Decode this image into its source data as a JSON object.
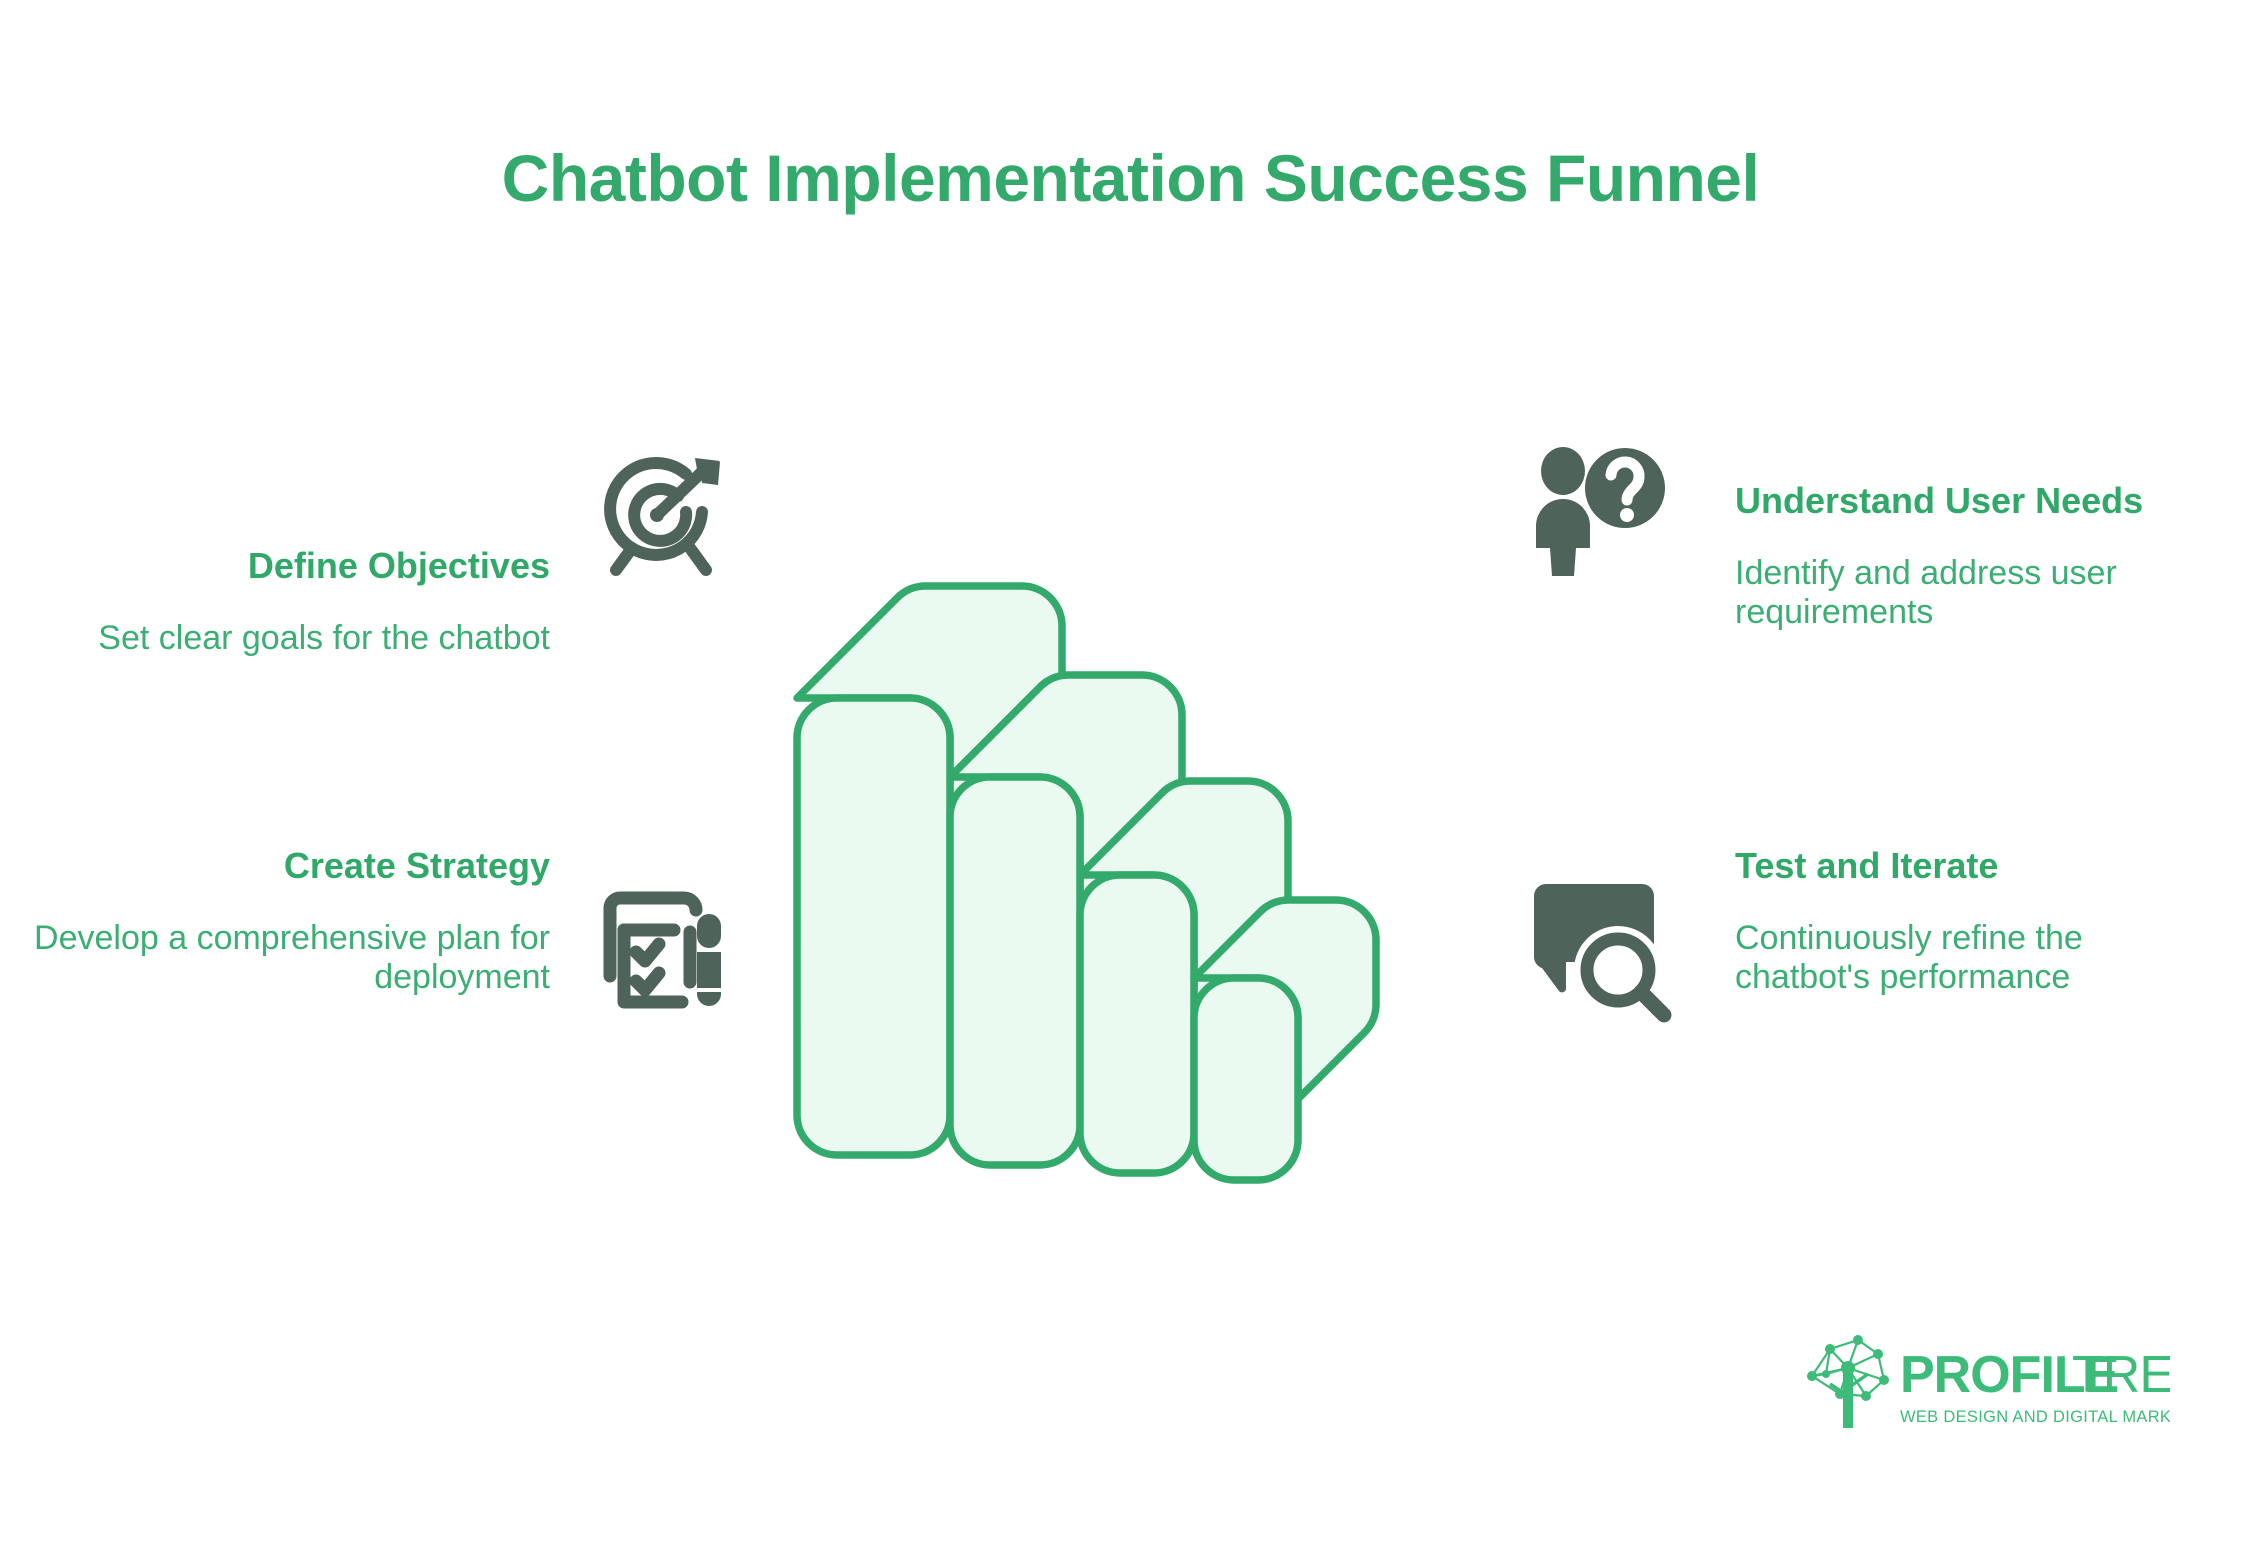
{
  "title": "Chatbot Implementation Success Funnel",
  "theme": {
    "title_color": "#33AA6B",
    "heading_color": "#2FA868",
    "body_color": "#3BAE74",
    "icon_color": "#4E6359",
    "funnel_stroke": "#33AA6B",
    "funnel_fill": "#EAFAF1",
    "background": "#FFFFFF"
  },
  "steps": [
    {
      "id": "define-objectives",
      "side": "left",
      "icon": "target-icon",
      "heading": "Define Objectives",
      "body": "Set clear goals for the chatbot"
    },
    {
      "id": "understand-user-needs",
      "side": "right",
      "icon": "user-question-icon",
      "heading": "Understand User Needs",
      "body": "Identify and address user requirements"
    },
    {
      "id": "create-strategy",
      "side": "left",
      "icon": "clipboard-checklist-icon",
      "heading": "Create Strategy",
      "body": "Develop a comprehensive plan for deployment"
    },
    {
      "id": "test-and-iterate",
      "side": "right",
      "icon": "chat-search-icon",
      "heading": "Test and Iterate",
      "body": "Continuously refine the chatbot's performance"
    }
  ],
  "funnel": {
    "name": "isometric-funnel-stack",
    "stage_count": 4,
    "description": "Four nested isometric rounded slabs decreasing in size from left to right"
  },
  "logo": {
    "name": "profiletree-logo",
    "word_bold": "PROFILE",
    "word_light": "TREE",
    "tagline": "WEB DESIGN AND DIGITAL MARKETING",
    "color": "#3DBB78"
  }
}
